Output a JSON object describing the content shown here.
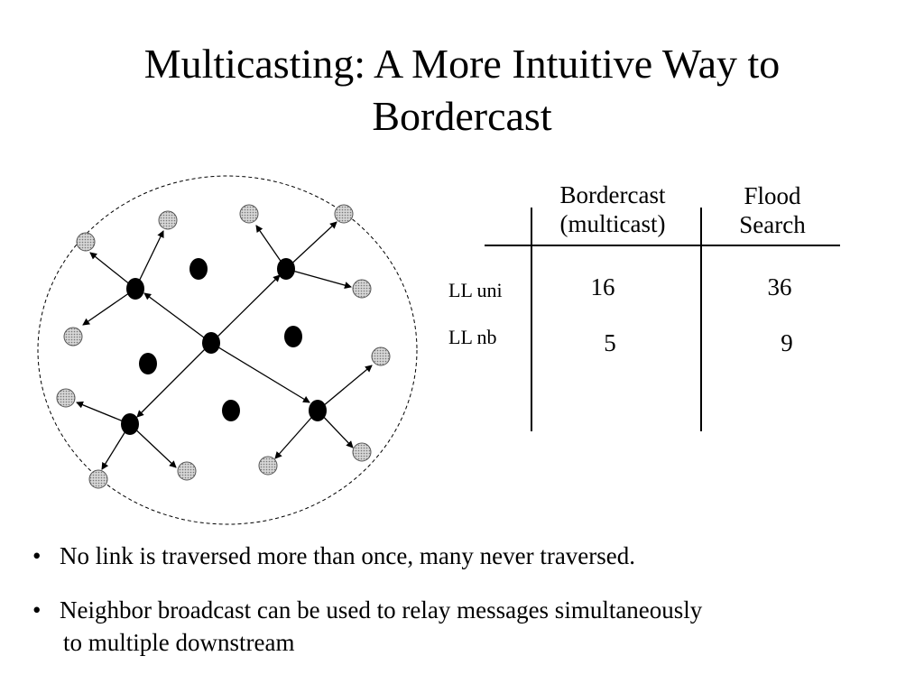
{
  "slide": {
    "title_line1": "Multicasting:  A More Intuitive Way to",
    "title_line2": "Bordercast"
  },
  "table": {
    "col1_line1": "Bordercast",
    "col1_line2": "(multicast)",
    "col2_line1": "Flood",
    "col2_line2": "Search",
    "rows": [
      {
        "label": "LL uni",
        "bordercast": "16",
        "flood": "36"
      },
      {
        "label": "LL nb",
        "bordercast": "5",
        "flood": "9"
      }
    ]
  },
  "bullets": [
    {
      "marker": "•",
      "text": "No link is traversed more than once, many never traversed."
    },
    {
      "marker": "•",
      "text_line1": "Neighbor broadcast can be used to relay messages simultaneously",
      "text_line2": "to multiple downstream"
    }
  ],
  "colors": {
    "node": "#000000",
    "border_node_fill": "#c8c8c8",
    "border_node_stroke": "#555555",
    "edge": "#000000",
    "zone_outline": "#000000"
  }
}
